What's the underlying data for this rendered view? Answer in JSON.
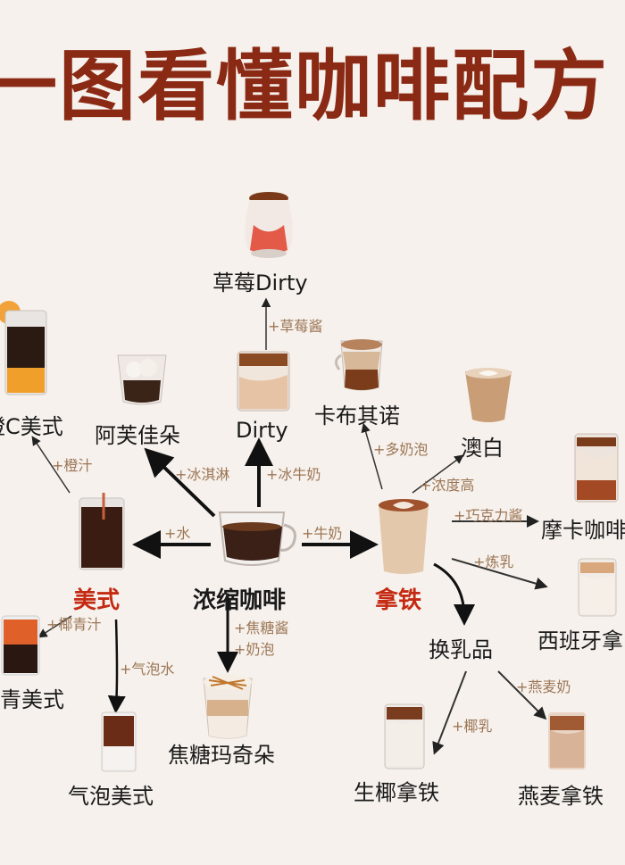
{
  "title": "一图看懂咖啡配方",
  "nodes": {
    "espresso": "浓缩咖啡",
    "americano": "美式",
    "latte": "拿铁",
    "dirty": "Dirty",
    "strawberry_dirty": "草莓Dirty",
    "affogato": "阿芙佳朵",
    "cappuccino": "卡布其诺",
    "flat_white": "澳白",
    "mocha": "摩卡咖啡",
    "spanish_latte": "西班牙拿",
    "swap_milk": "换乳品",
    "coconut_latte": "生椰拿铁",
    "oat_latte": "燕麦拿铁",
    "caramel_macchiato": "焦糖玛奇朵",
    "sparkling_americano": "气泡美式",
    "orange_americano": "橙C美式",
    "coconut_americano": "青美式"
  },
  "additions": {
    "strawberry_jam": "+草莓酱",
    "ice_cream": "+冰淇淋",
    "cold_milk": "+冰牛奶",
    "water": "+水",
    "milk": "+牛奶",
    "orange_juice": "+橙汁",
    "coconut_water": "+椰青汁",
    "sparkling_water": "+气泡水",
    "caramel_sauce": "+焦糖酱",
    "milk_foam": "+奶泡",
    "more_foam": "+多奶泡",
    "higher_concentration": "+浓度高",
    "chocolate_sauce": "+巧克力酱",
    "condensed_milk": "+炼乳",
    "oat_milk": "+燕麦奶",
    "coconut_milk": "+椰乳"
  },
  "colors": {
    "title": "#8b2a14",
    "latte_label": "#c42a12",
    "americano_label": "#c42a12",
    "addition_text": "#9c7656",
    "background": "#f6f1ec"
  }
}
